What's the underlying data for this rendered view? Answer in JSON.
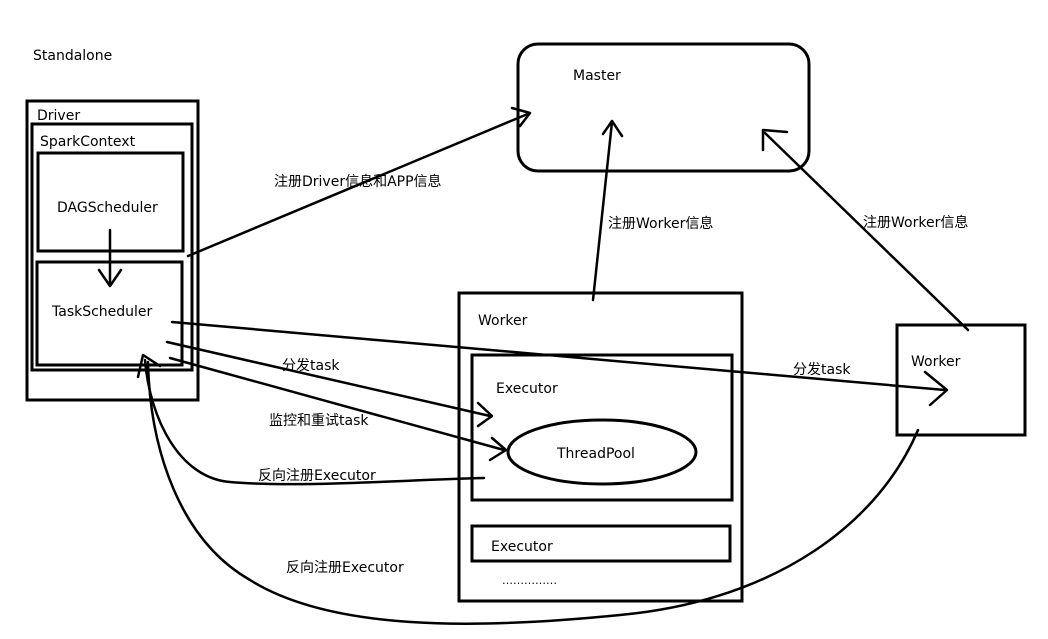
{
  "title": "Standalone",
  "driver": {
    "label": "Driver",
    "spark_context": {
      "label": "SparkContext",
      "dag_scheduler": "DAGScheduler",
      "task_scheduler": "TaskScheduler"
    }
  },
  "master": {
    "label": "Master"
  },
  "worker_main": {
    "label": "Worker",
    "executor_1": {
      "label": "Executor",
      "thread_pool": "ThreadPool"
    },
    "executor_2": {
      "label": "Executor"
    },
    "ellipsis": "……………"
  },
  "worker_right": {
    "label": "Worker"
  },
  "edges": {
    "register_driver": "注册Driver信息和APP信息",
    "register_worker_main": "注册Worker信息",
    "register_worker_right": "注册Worker信息",
    "dispatch_task_main": "分发task",
    "dispatch_task_right": "分发task",
    "monitor_retry": "监控和重试task",
    "reverse_register_main": "反向注册Executor",
    "reverse_register_right": "反向注册Executor"
  }
}
